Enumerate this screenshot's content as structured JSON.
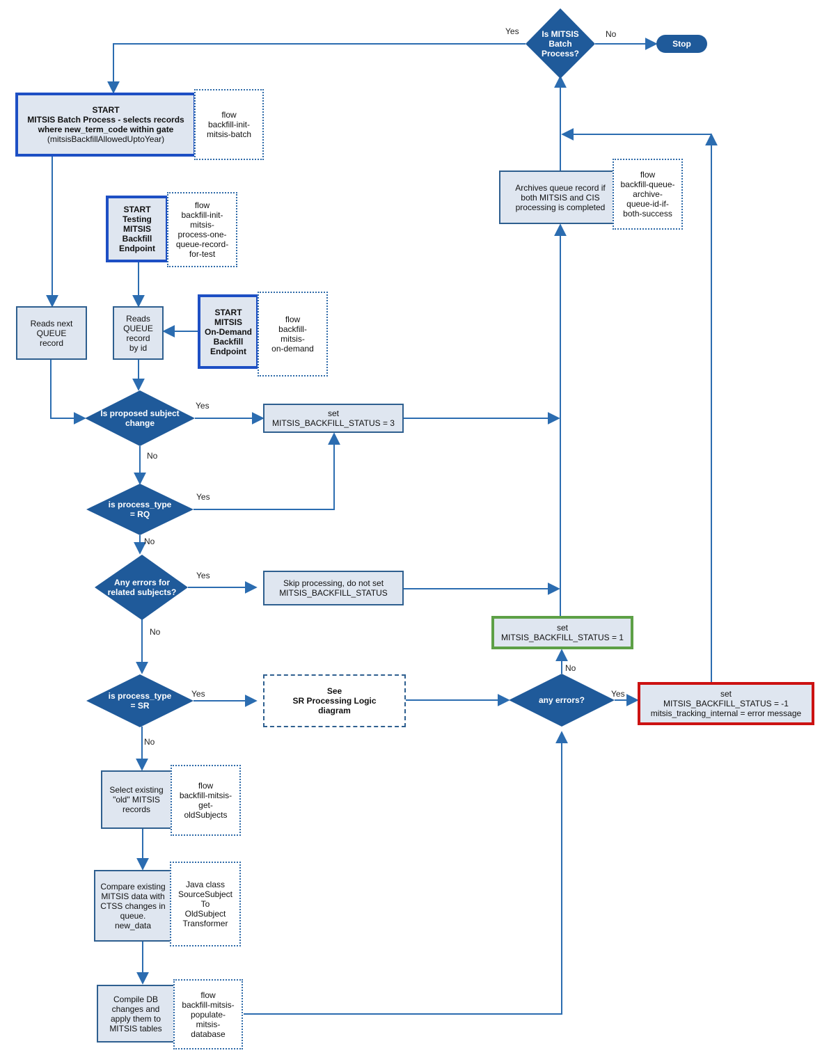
{
  "colors": {
    "diamond": "#1f5a9a",
    "line": "#2b6cb0",
    "box_fill": "#dfe6f0",
    "success_border": "#5da046",
    "error_border": "#cc1212",
    "start_border": "#1d4fc4"
  },
  "nodes": {
    "batch_decision": [
      "Is MITSIS",
      "Batch",
      "Process?"
    ],
    "stop": "Stop",
    "start_batch": [
      "START",
      "MITSIS Batch Process - selects records",
      "where new_term_code within gate",
      "(mitsisBackfillAllowedUptoYear)"
    ],
    "start_batch_note": [
      "flow",
      "backfill-init-",
      "mitsis-batch"
    ],
    "start_test": [
      "START",
      "Testing",
      "MITSIS",
      "Backfill",
      "Endpoint"
    ],
    "start_test_note": [
      "flow",
      "backfill-init-",
      "mitsis-",
      "process-one-",
      "queue-record-",
      "for-test"
    ],
    "start_ondemand": [
      "START",
      "MITSIS",
      "On-Demand",
      "Backfill",
      "Endpoint"
    ],
    "start_ondemand_note": [
      "flow",
      "backfill-",
      "mitsis-",
      "on-demand"
    ],
    "read_next": [
      "Reads next",
      "QUEUE",
      "record"
    ],
    "read_by_id": [
      "Reads",
      "QUEUE",
      "record",
      "by id"
    ],
    "archive": [
      "Archives queue record if",
      "both MITSIS and CIS",
      "processing is completed"
    ],
    "archive_note": [
      "flow",
      "backfill-queue-",
      "archive-",
      "queue-id-if-",
      "both-success"
    ],
    "is_subject_change": [
      "Is proposed subject",
      "change"
    ],
    "set_status_3": [
      "set",
      "MITSIS_BACKFILL_STATUS = 3"
    ],
    "is_rq": [
      "is process_type",
      "= RQ"
    ],
    "any_related_errors": [
      "Any errors for",
      "related subjects?"
    ],
    "skip_processing": [
      "Skip processing, do not set",
      "MITSIS_BACKFILL_STATUS"
    ],
    "set_status_1": [
      "set",
      "MITSIS_BACKFILL_STATUS = 1"
    ],
    "is_sr": [
      "is process_type",
      "= SR"
    ],
    "see_sr": [
      "See",
      "SR Processing Logic",
      "diagram"
    ],
    "any_errors": [
      "any errors?"
    ],
    "set_status_err": [
      "set",
      "MITSIS_BACKFILL_STATUS = -1",
      "mitsis_tracking_internal = error message"
    ],
    "select_old": [
      "Select existing",
      "\"old\" MITSIS",
      "records"
    ],
    "select_old_note": [
      "flow",
      "backfill-mitsis-",
      "get-",
      "oldSubjects"
    ],
    "compare": [
      "Compare existing",
      "MITSIS data with",
      "CTSS changes in",
      "queue.",
      "new_data"
    ],
    "compare_note": [
      "Java class",
      "SourceSubject",
      "To",
      "OldSubject",
      "Transformer"
    ],
    "compile": [
      "Compile DB",
      "changes and",
      "apply them to",
      "MITSIS tables"
    ],
    "compile_note": [
      "flow",
      "backfill-mitsis-",
      "populate-",
      "mitsis-",
      "database"
    ]
  },
  "edge_labels": {
    "yes": "Yes",
    "no": "No"
  }
}
